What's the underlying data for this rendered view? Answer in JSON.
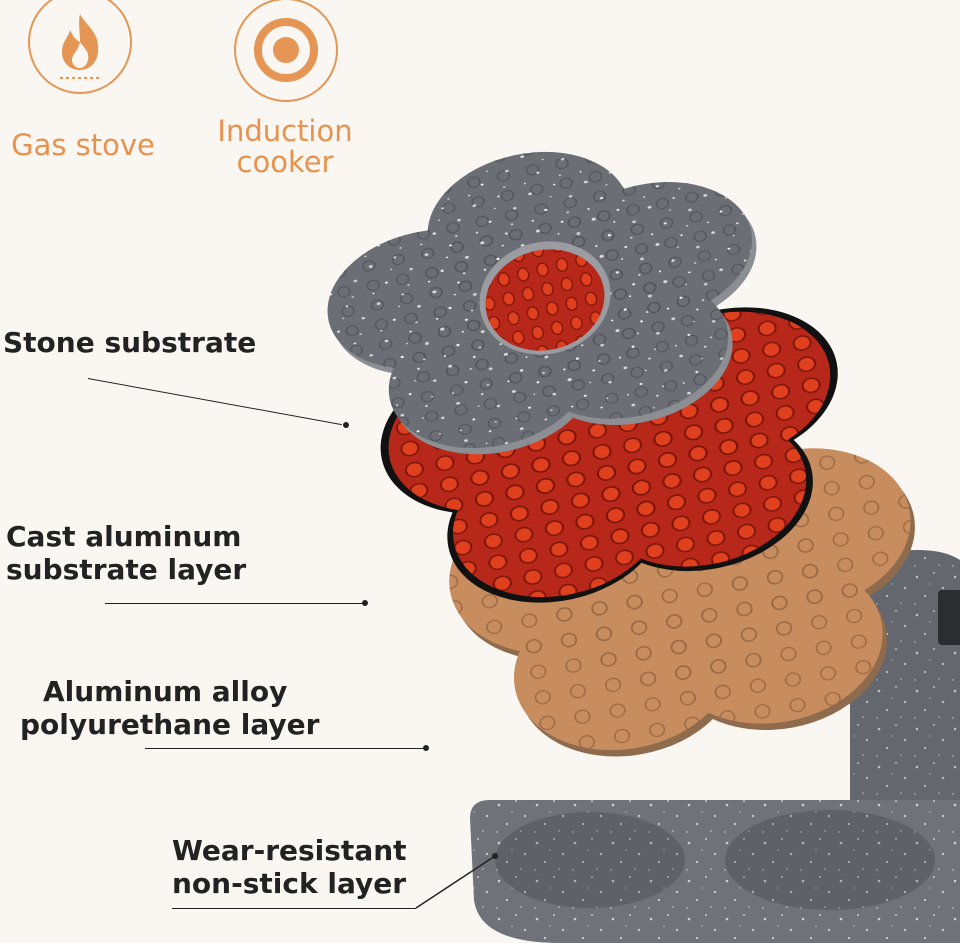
{
  "heat_sources": [
    {
      "label": "Gas stove",
      "icon": "flame-icon"
    },
    {
      "label": "Induction cooker",
      "label_lines": [
        "Induction",
        "cooker"
      ],
      "icon": "induction-coil-icon"
    }
  ],
  "layers": [
    {
      "lines": [
        "Stone substrate"
      ],
      "color": "#6b6e74"
    },
    {
      "lines": [
        "Cast aluminum",
        "substrate layer"
      ],
      "color": "#b8281a"
    },
    {
      "lines": [
        "Aluminum alloy",
        "polyurethane layer"
      ],
      "color": "#c88d5e"
    },
    {
      "lines": [
        "Wear-resistant",
        "non-stick layer"
      ],
      "color": "#6f7278"
    }
  ],
  "colors": {
    "accent": "#e59655",
    "stone": "#6b6e74",
    "cast_aluminum": "#b8281a",
    "alloy": "#c88d5e",
    "background": "#faf7f3"
  }
}
